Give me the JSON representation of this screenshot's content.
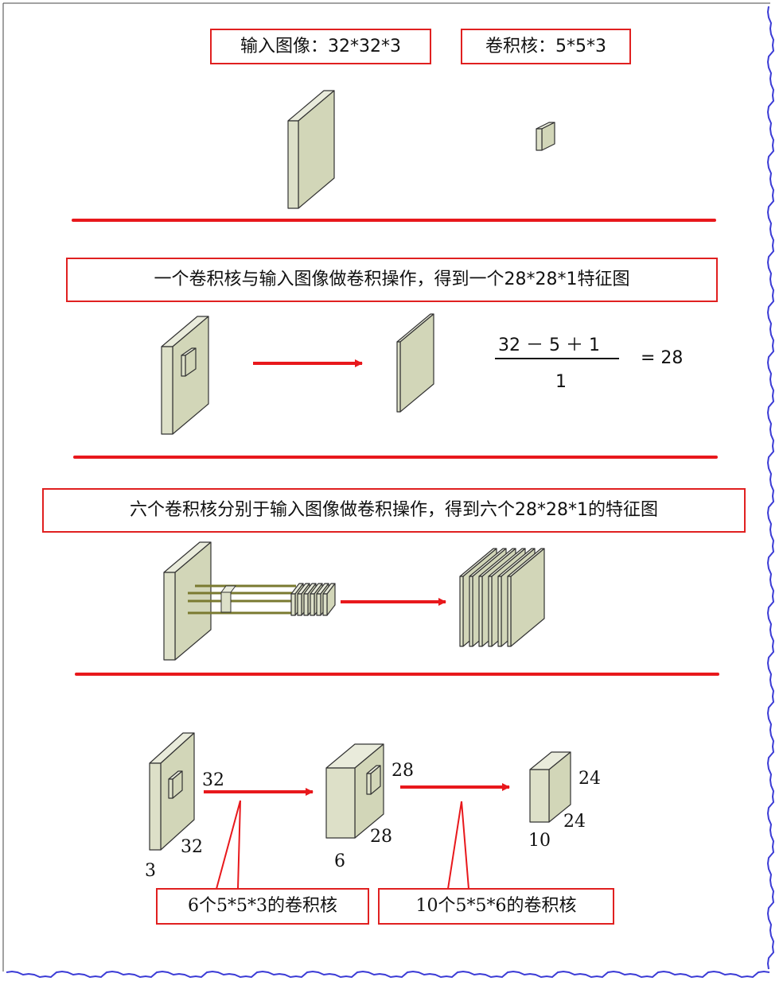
{
  "section1": {
    "input_label": "输入图像：32*32*3",
    "kernel_label": "卷积核：5*5*3"
  },
  "section2": {
    "title": "一个卷积核与输入图像做卷积操作，得到一个28*28*1特征图",
    "formula_numerator": "32 － 5 ＋ 1",
    "formula_denominator": "1",
    "formula_result": "=  28"
  },
  "section3": {
    "title": "六个卷积核分别于输入图像做卷积操作，得到六个28*28*1的特征图"
  },
  "section4": {
    "input_width": "32",
    "input_height": "32",
    "input_depth": "3",
    "mid_width": "28",
    "mid_height": "28",
    "mid_depth": "6",
    "out_width": "24",
    "out_height": "24",
    "out_depth": "10",
    "kernels1_label": "6个5*5*3的卷积核",
    "kernels2_label": "10个5*5*6的卷积核"
  },
  "colors": {
    "accent_red": "#e8181c",
    "block_face": "#dde0c8",
    "block_stroke": "#333333",
    "frame_blue": "#3b3bd6"
  }
}
